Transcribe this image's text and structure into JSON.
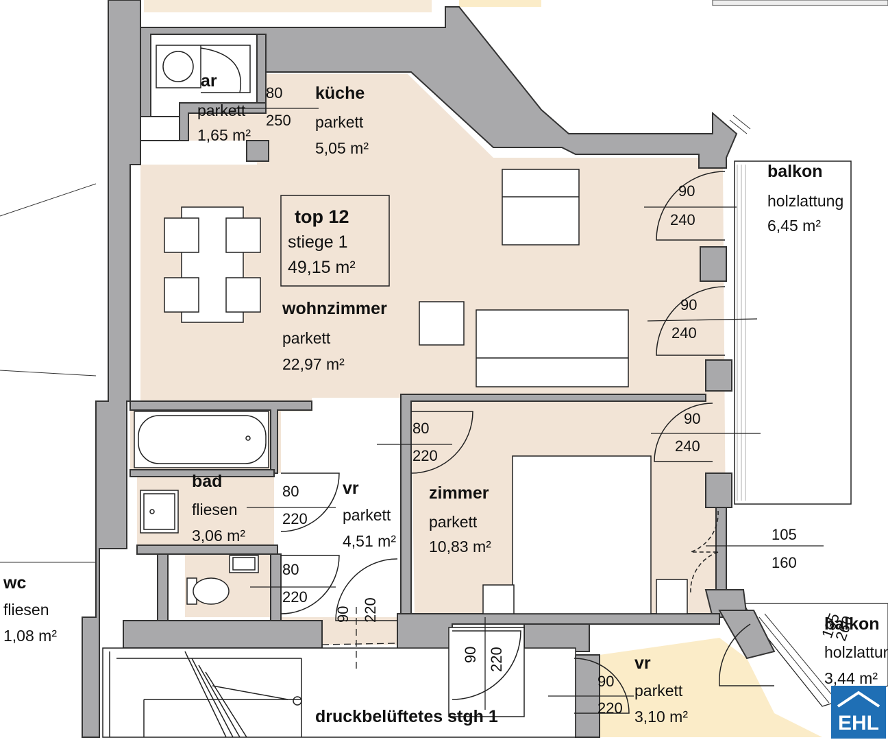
{
  "unit": {
    "title": "top 12",
    "staircase": "stiege 1",
    "area": "49,15 m²"
  },
  "rooms": {
    "abstellraum": {
      "name": "ar",
      "floor": "parkett",
      "area": "1,65 m²"
    },
    "kueche": {
      "name": "küche",
      "floor": "parkett",
      "area": "5,05 m²"
    },
    "wohnzimmer": {
      "name": "wohnzimmer",
      "floor": "parkett",
      "area": "22,97 m²"
    },
    "balkon": {
      "name": "balkon",
      "floor": "holzlattung",
      "area": "6,45 m²"
    },
    "bad": {
      "name": "bad",
      "floor": "fliesen",
      "area": "3,06 m²"
    },
    "vr": {
      "name": "vr",
      "floor": "parkett",
      "area": "4,51 m²"
    },
    "zimmer": {
      "name": "zimmer",
      "floor": "parkett",
      "area": "10,83 m²"
    },
    "wc": {
      "name": "wc",
      "floor": "fliesen",
      "area": "1,08 m²"
    },
    "vr_neighbor": {
      "name": "vr",
      "floor": "parkett",
      "area": "3,10 m²"
    },
    "balkon_neighbor": {
      "name": "balkon",
      "floor": "holzlattung",
      "area": "3,44 m²"
    },
    "stairwell": {
      "name": "druckbelüftetes stgh 1"
    }
  },
  "openings": {
    "ar_door": {
      "w": "80",
      "h": "250"
    },
    "balcony_door_1": {
      "w": "90",
      "h": "240"
    },
    "balcony_door_2": {
      "w": "90",
      "h": "240"
    },
    "zimmer_balcony_door": {
      "w": "90",
      "h": "240"
    },
    "wohn_vr_door": {
      "w": "80",
      "h": "220"
    },
    "bad_door": {
      "w": "80",
      "h": "220"
    },
    "wc_door": {
      "w": "80",
      "h": "220"
    },
    "entrance_door": {
      "w": "90",
      "h": "220"
    },
    "stgh_door": {
      "w": "90",
      "h": "220"
    },
    "neighbor_door": {
      "w": "90",
      "h": "220"
    },
    "window": {
      "w": "105",
      "h": "160"
    },
    "neighbor_window": {
      "w": "135",
      "h": "260"
    }
  },
  "logo": {
    "text": "EHL"
  },
  "colors": {
    "wall": "#a9a9ab",
    "floor_unit": "#f2e4d6",
    "floor_neighbor": "#fbecc8",
    "line": "#111111",
    "logo": "#1f6fb5"
  }
}
